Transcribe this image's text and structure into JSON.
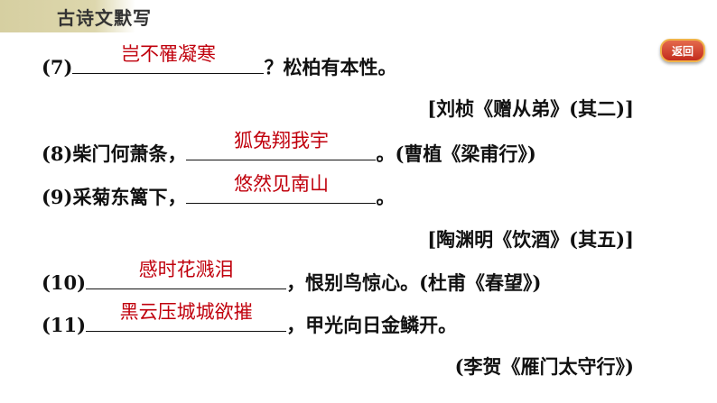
{
  "header": {
    "title": "古诗文默写"
  },
  "nav": {
    "back_label": "返回"
  },
  "items": [
    {
      "num": "(7)",
      "prefix": "",
      "answer": "岂不罹凝寒",
      "suffix": "？松柏有本性。"
    },
    {
      "num": "(8)",
      "prefix": "柴门何萧条，",
      "answer": "狐兔翔我宇",
      "suffix": "。(曹植《梁甫行》)"
    },
    {
      "num": "(9)",
      "prefix": "采菊东篱下，",
      "answer": "悠然见南山",
      "suffix": "。"
    },
    {
      "num": "(10)",
      "prefix": "",
      "answer": "感时花溅泪",
      "suffix": "，恨别鸟惊心。(杜甫《春望》)"
    },
    {
      "num": "(11)",
      "prefix": "",
      "answer": "黑云压城城欲摧",
      "suffix": "，甲光向日金鳞开。"
    }
  ],
  "attributions": [
    "[刘桢《赠从弟》(其二)]",
    "[陶渊明《饮酒》(其五)]",
    "(李贺《雁门太守行》)"
  ]
}
